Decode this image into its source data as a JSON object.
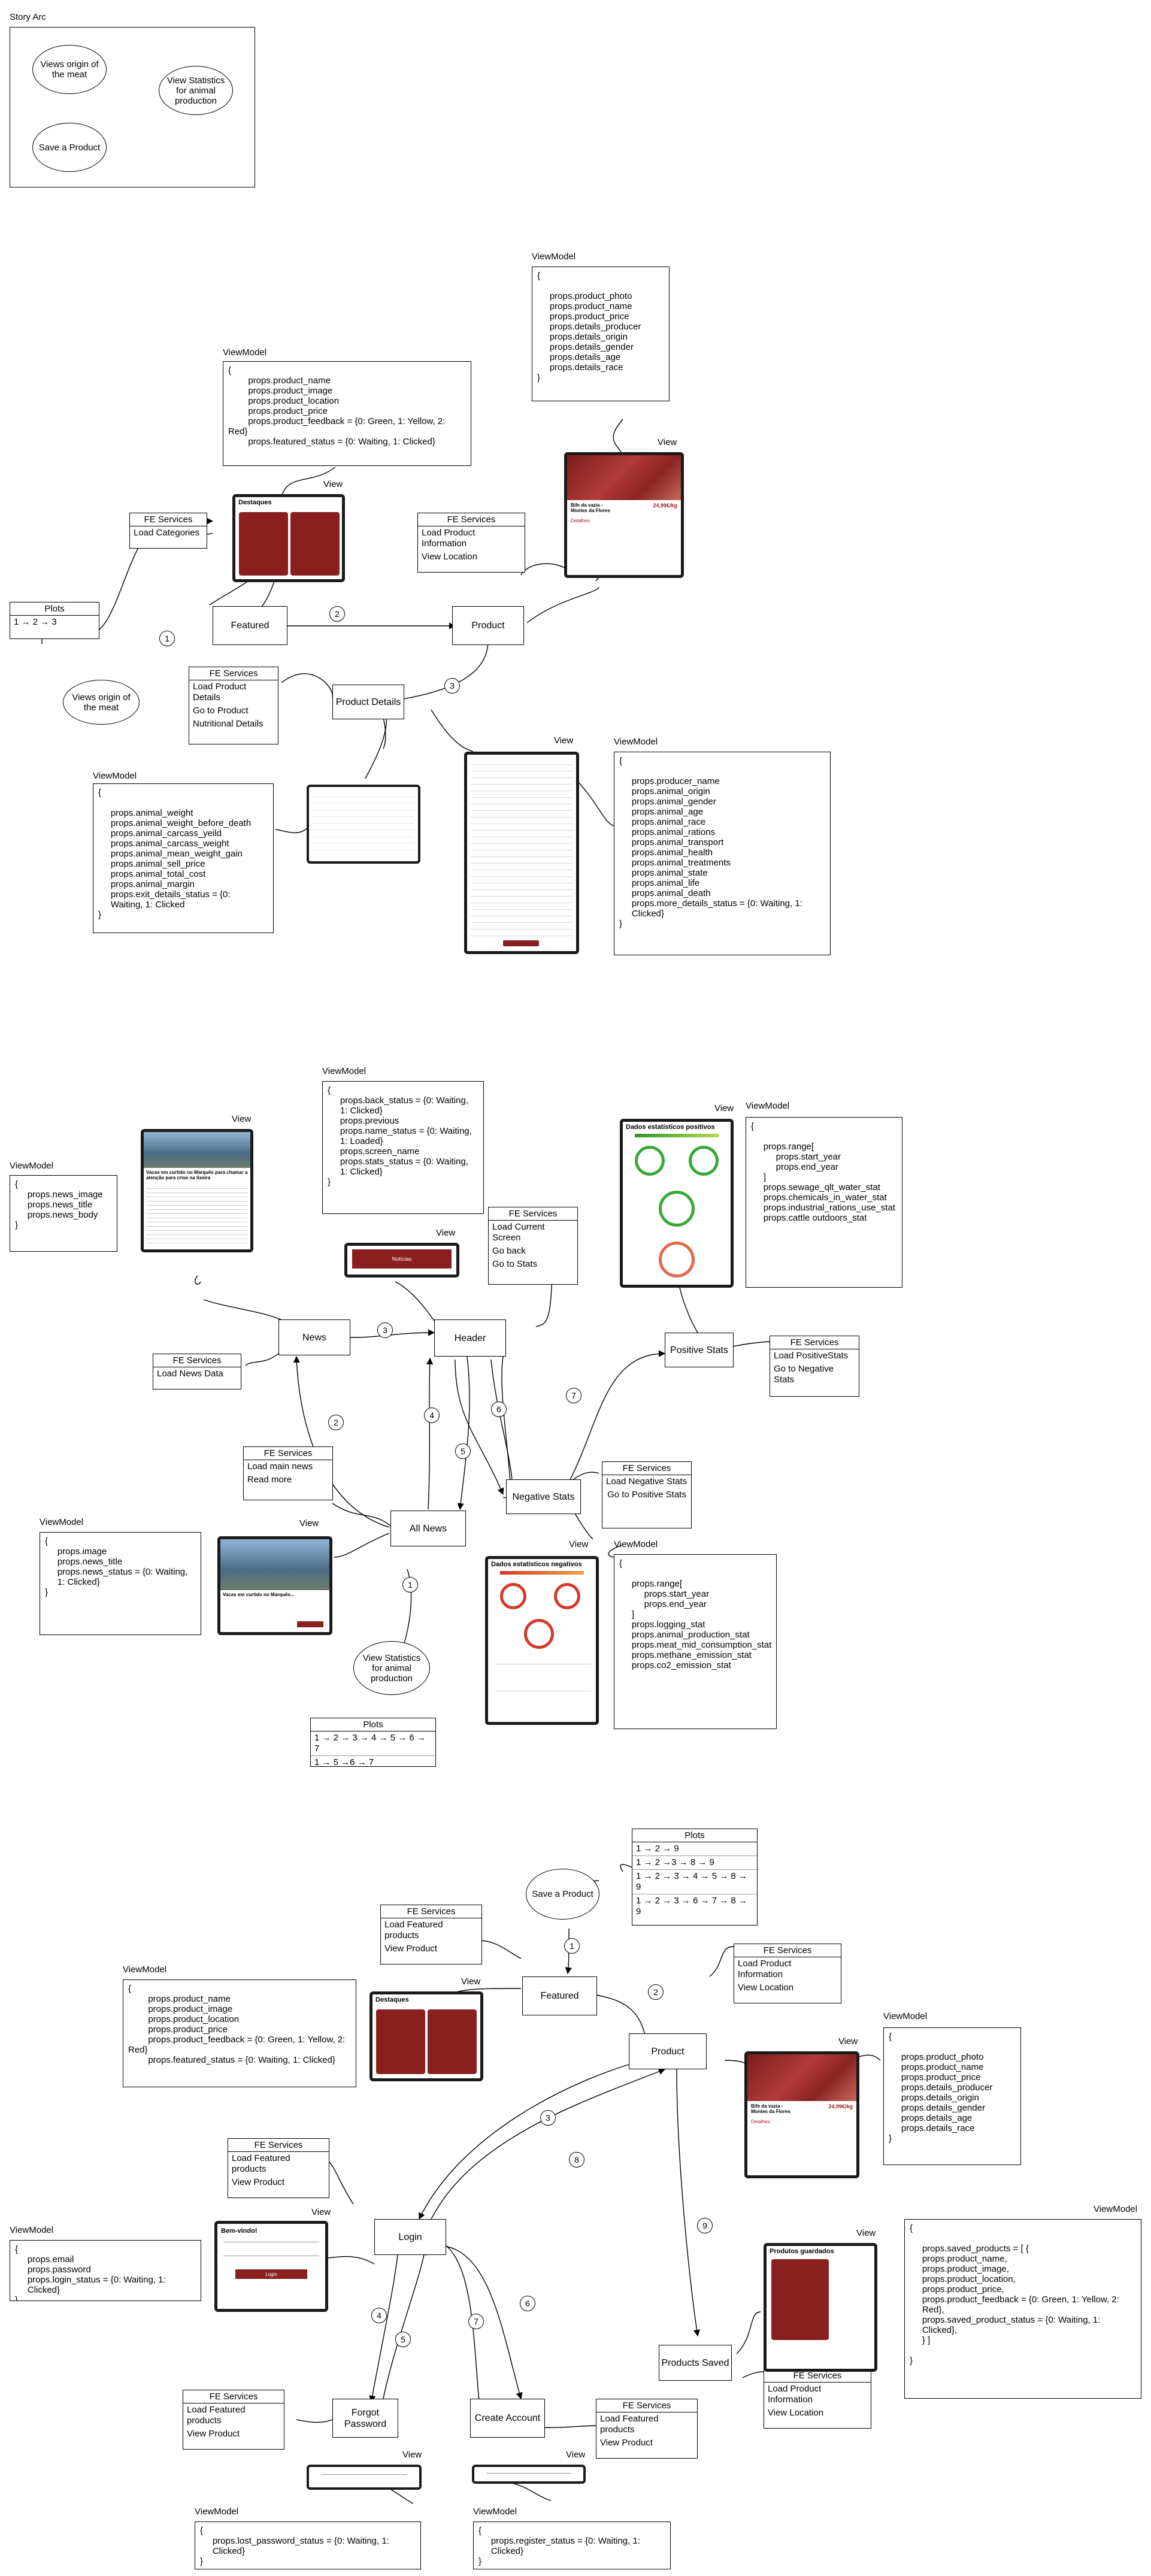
{
  "story_arc": {
    "title": "Story Arc",
    "items": [
      "Views origin of the meat",
      "View Statistics for animal production",
      "Save a Product"
    ]
  },
  "labels": {
    "view": "View",
    "viewmodel": "ViewModel",
    "fe_services": "FE Services",
    "plots": "Plots"
  },
  "flow1": {
    "start": "Views origin of the meat",
    "plots": [
      "1 → 2 → 3"
    ],
    "nodes": {
      "featured": "Featured",
      "product": "Product",
      "product_details": "Product Details"
    },
    "edges": [
      "1",
      "2",
      "3"
    ],
    "services_featured": [
      "Load Categories"
    ],
    "services_product": [
      "Load Product Information",
      "View Location"
    ],
    "services_details": [
      "Load Product Details",
      "Go to Product",
      "Nutritional Details"
    ],
    "vm_featured": "{\n        props.product_name\n        props.product_image\n        props.product_location\n        props.product_price\n        props.product_feedback = {0: Green, 1: Yellow, 2:\nRed}\n        props.featured_status = {0: Waiting, 1: Clicked}",
    "vm_product": "{\n\n     props.product_photo\n     props.product_name\n     props.product_price\n     props.details_producer\n     props.details_origin\n     props.details_gender\n     props.details_age\n     props.details_race\n}",
    "vm_nutrition": "{\n\n     props.animal_weight\n     props.animal_weight_before_death\n     props.animal_carcass_yeild\n     props.animal_carcass_weight\n     props.animal_mean_weight_gain\n     props.animal_sell_price\n     props.animal_total_cost\n     props.animal_margin\n     props.exit_details_status = {0:\n     Waiting, 1: Clicked\n}",
    "vm_details": "{\n\n     props.producer_name\n     props.animal_origin\n     props.animal_gender\n     props.animal_age\n     props.animal_race\n     props.animal_rations\n     props.animal_transport\n     props.animal_health\n     props.animal_treatments\n     props.animal_state\n     props.animal_life\n     props.animal_death\n     props.more_details_status = {0: Waiting, 1:\n     Clicked}\n}"
  },
  "flow2": {
    "start": "View Statistics for animal production",
    "plots": [
      "1 → 2 → 3 → 4 → 5 → 6 → 7",
      "1 → 5 →6 → 7"
    ],
    "nodes": {
      "news": "News",
      "header": "Header",
      "positive_stats": "Positive Stats",
      "all_news": "All News",
      "negative_stats": "Negative Stats"
    },
    "edges": [
      "1",
      "2",
      "3",
      "4",
      "5",
      "6",
      "7"
    ],
    "services_header": [
      "Load Current Screen",
      "Go back",
      "Go to Stats"
    ],
    "services_news": [
      "Load News Data"
    ],
    "services_all_news": [
      "Load main news",
      "Read more"
    ],
    "services_negative": [
      "Load Negative Stats",
      "Go to Positive Stats"
    ],
    "services_positive": [
      "Load PositiveStats",
      "Go to Negative Stats"
    ],
    "vm_news": "{\n     props.news_image\n     props.news_title\n     props.news_body\n}",
    "vm_header": "{\n     props.back_status = {0: Waiting,\n     1: Clicked}\n     props.previous\n     props.name_status = {0: Waiting,\n     1: Loaded}\n     props.screen_name\n     props.stats_status = {0: Waiting,\n     1: Clicked}\n}",
    "vm_all_news": "{\n     props.image\n     props.news_title\n     props.news_status = {0: Waiting,\n     1: Clicked}\n}",
    "vm_positive": "{\n\n     props.range[\n          props.start_year\n          props.end_year\n     ]\n     props.sewage_qlt_water_stat\n     props.chemicals_in_water_stat\n     props.industrial_rations_use_stat\n     props.cattle outdoors_stat",
    "vm_negative": "{\n\n     props.range[\n          props.start_year\n          props.end_year\n     ]\n     props.logging_stat\n     props.animal_production_stat\n     props.meat_mid_consumption_stat\n     props.methane_emission_stat\n     props.co2_emission_stat",
    "screen_header_title": "Notícias",
    "screen_positive_title": "Dados estatísticos positivos",
    "screen_negative_title": "Dados estatísticos negativos",
    "screen_news_title": "Vacas em curtido no Marquês para chamar a atenção para crise na lixeira",
    "screen_all_news_title": "Vacas em curtido no Marquês..."
  },
  "flow3": {
    "start": "Save a Product",
    "plots": [
      "1 → 2 → 9",
      "1 → 2 →3 → 8 → 9",
      "1 → 2 → 3 → 4 → 5 → 8 → 9",
      "1 → 2 → 3 → 6 → 7 → 8 → 9"
    ],
    "nodes": {
      "featured": "Featured",
      "product": "Product",
      "login": "Login",
      "forgot": "Forgot Password",
      "create": "Create Account",
      "saved": "Products Saved"
    },
    "edges": [
      "1",
      "2",
      "3",
      "4",
      "5",
      "6",
      "7",
      "8",
      "9"
    ],
    "services_featured": [
      "Load Featured products",
      "View Product"
    ],
    "services_product": [
      "Load Product Information",
      "View Location"
    ],
    "services_login": [
      "Load Featured products",
      "View Product"
    ],
    "services_forgot": [
      "Load Featured products",
      "View Product"
    ],
    "services_create": [
      "Load Featured products",
      "View Product"
    ],
    "services_saved": [
      "Load Product Information",
      "View Location"
    ],
    "vm_featured": "{\n        props.product_name\n        props.product_image\n        props.product_location\n        props.product_price\n        props.product_feedback = {0: Green, 1: Yellow, 2:\nRed}\n        props.featured_status = {0: Waiting, 1: Clicked}",
    "vm_product": "{\n\n     props.product_photo\n     props.product_name\n     props.product_price\n     props.details_producer\n     props.details_origin\n     props.details_gender\n     props.details_age\n     props.details_race\n}",
    "vm_login": "{\n     props.email\n     props.password\n     props.login_status = {0: Waiting, 1:\n     Clicked}\n}",
    "vm_forgot": "{\n     props.lost_password_status = {0: Waiting, 1:\n     Clicked}\n}",
    "vm_create": "{\n     props.register_status = {0: Waiting, 1:\n     Clicked}\n}",
    "vm_saved": "{\n\n     props.saved_products = [ {\n     props.product_name,\n     props.product_image,\n     props.product_location,\n     props.product_price,\n     props.product_feedback = {0: Green, 1: Yellow, 2:\n     Red},\n     props.saved_product_status = {0: Waiting, 1:\n     Clicked},\n     } ]\n\n}",
    "screen_login_title": "Bem-vindo!",
    "screen_login_button": "Login",
    "screen_saved_title": "Produtos guardados"
  },
  "screens": {
    "featured_title": "Destaques",
    "product_name": "Bife da vazia - Montes da Flores",
    "product_price": "24,99€/kg",
    "product_section": "Detalhes"
  }
}
